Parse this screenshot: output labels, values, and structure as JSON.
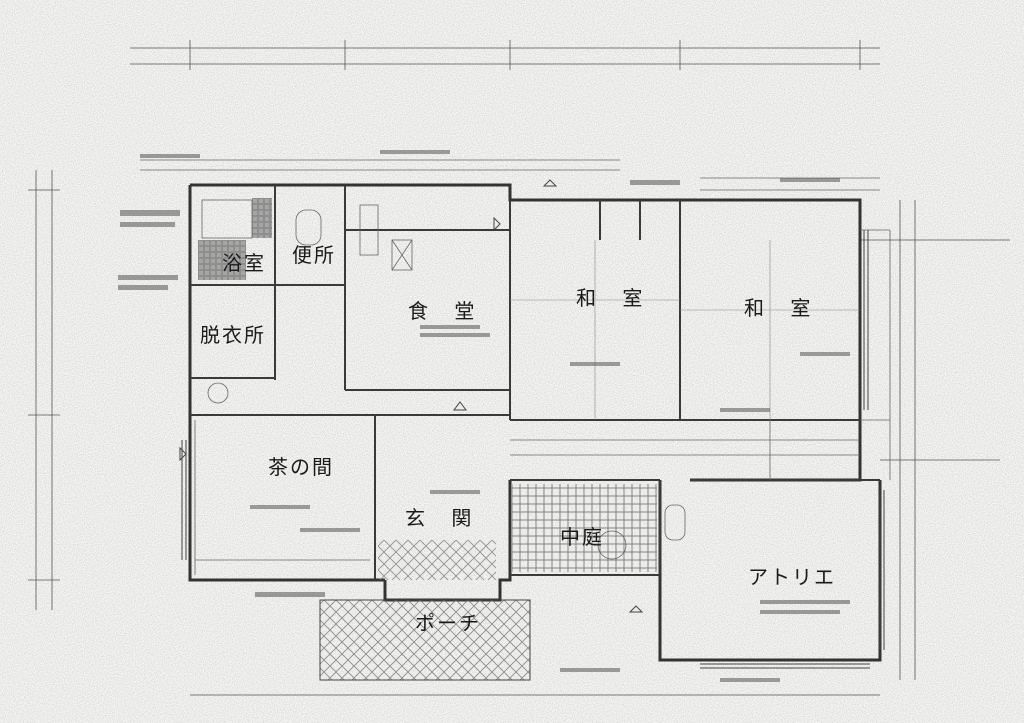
{
  "rooms": {
    "bath": "浴室",
    "toilet": "便所",
    "dressing": "脱衣所",
    "dining": "食 堂",
    "washitsu1": "和 室",
    "washitsu2": "和 室",
    "chanoma": "茶の間",
    "genkan": "玄 関",
    "nakaniwa": "中庭",
    "atelier": "アトリエ",
    "porch": "ポーチ"
  },
  "colors": {
    "line": "#3a3a3a",
    "hatch": "#6a6a6a",
    "paper": "#f7f7f5",
    "text": "#1a1a1a"
  }
}
